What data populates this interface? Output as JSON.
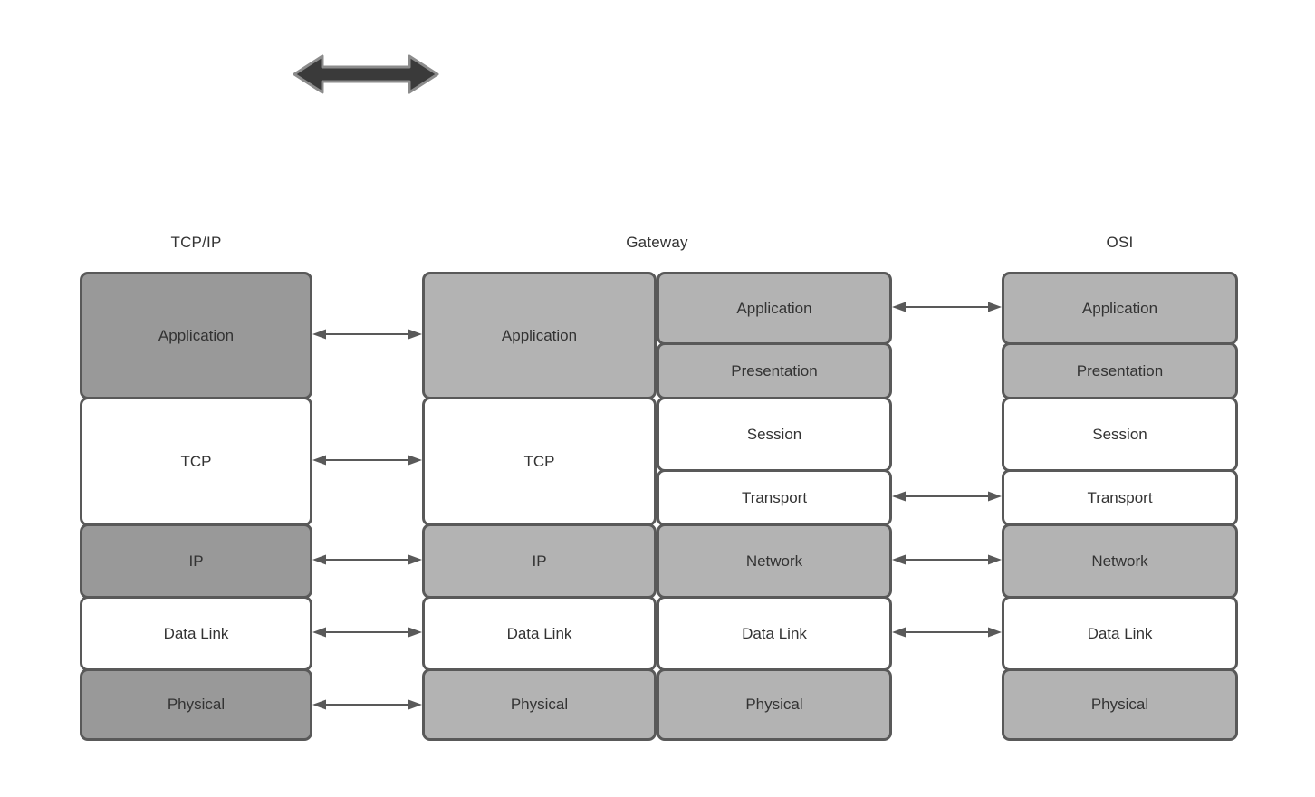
{
  "colors": {
    "box_border": "#595959",
    "shade_dark": "#999999",
    "shade_light": "#b3b3b3",
    "text": "#333333",
    "connector_arrow": "#595959",
    "thick_arrow_fill": "#3a3a3a",
    "thick_arrow_stroke": "#8c8c8c",
    "background": "#ffffff"
  },
  "icons": {
    "thick_double_arrow": "left-right thick arrow glyph",
    "connector_double_arrow": "thin double-headed arrow"
  },
  "headers": {
    "tcpip": "TCP/IP",
    "gateway": "Gateway",
    "osi": "OSI"
  },
  "tcpip_stack": {
    "layers": [
      {
        "label": "Application",
        "shaded": true
      },
      {
        "label": "TCP",
        "shaded": false
      },
      {
        "label": "IP",
        "shaded": true
      },
      {
        "label": "Data Link",
        "shaded": false
      },
      {
        "label": "Physical",
        "shaded": true
      }
    ]
  },
  "gateway_left_stack": {
    "layers": [
      {
        "label": "Application",
        "shaded": true
      },
      {
        "label": "TCP",
        "shaded": false
      },
      {
        "label": "IP",
        "shaded": true
      },
      {
        "label": "Data Link",
        "shaded": false
      },
      {
        "label": "Physical",
        "shaded": true
      }
    ]
  },
  "gateway_right_stack": {
    "layers": [
      {
        "label": "Application",
        "shaded": true
      },
      {
        "label": "Presentation",
        "shaded": true
      },
      {
        "label": "Session",
        "shaded": false
      },
      {
        "label": "Transport",
        "shaded": false
      },
      {
        "label": "Network",
        "shaded": true
      },
      {
        "label": "Data Link",
        "shaded": false
      },
      {
        "label": "Physical",
        "shaded": true
      }
    ]
  },
  "osi_stack": {
    "layers": [
      {
        "label": "Application",
        "shaded": true
      },
      {
        "label": "Presentation",
        "shaded": true
      },
      {
        "label": "Session",
        "shaded": false
      },
      {
        "label": "Transport",
        "shaded": false
      },
      {
        "label": "Network",
        "shaded": true
      },
      {
        "label": "Data Link",
        "shaded": false
      },
      {
        "label": "Physical",
        "shaded": true
      }
    ]
  }
}
